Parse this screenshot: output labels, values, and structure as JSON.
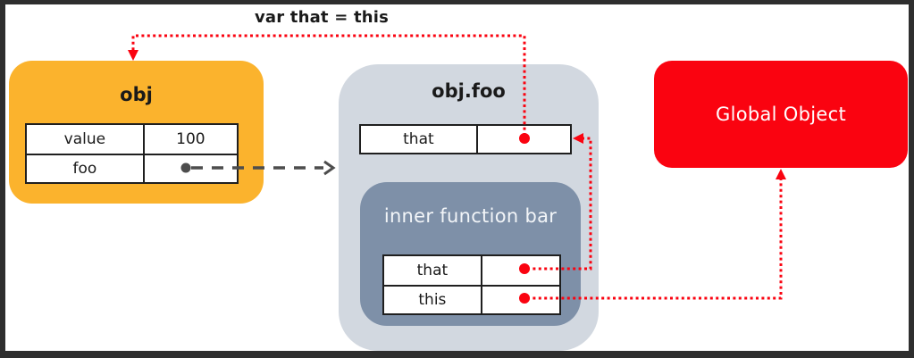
{
  "annotation": {
    "text": "var that = this"
  },
  "obj": {
    "title": "obj",
    "table": {
      "rows": [
        {
          "key": "value",
          "value": "100"
        },
        {
          "key": "foo",
          "value": ""
        }
      ]
    }
  },
  "obj_foo": {
    "title": "obj.foo",
    "table": {
      "rows": [
        {
          "key": "that",
          "value": ""
        }
      ]
    }
  },
  "inner_function": {
    "title": "inner function bar",
    "table": {
      "rows": [
        {
          "key": "that",
          "value": ""
        },
        {
          "key": "this",
          "value": ""
        }
      ]
    }
  },
  "global_object": {
    "title": "Global Object"
  },
  "connectors": [
    {
      "name": "var-that-this-link",
      "from": "obj.foo.that",
      "to": "obj",
      "style": "red-dotted"
    },
    {
      "name": "inner-that-link",
      "from": "inner.that",
      "to": "obj.foo.that",
      "style": "red-dotted"
    },
    {
      "name": "inner-this-link",
      "from": "inner.this",
      "to": "global-object",
      "style": "red-dotted"
    },
    {
      "name": "foo-reference-link",
      "from": "obj.foo-cell",
      "to": "obj.foo-box",
      "style": "gray-dashed"
    }
  ],
  "colors": {
    "accent_red": "#fa0310",
    "obj_orange": "#fbb32d",
    "outer_slate": "#d2d8e0",
    "inner_slate": "#7e90a8",
    "pointer_gray": "#4d4d4d",
    "frame_dark": "#2e2e2e"
  }
}
